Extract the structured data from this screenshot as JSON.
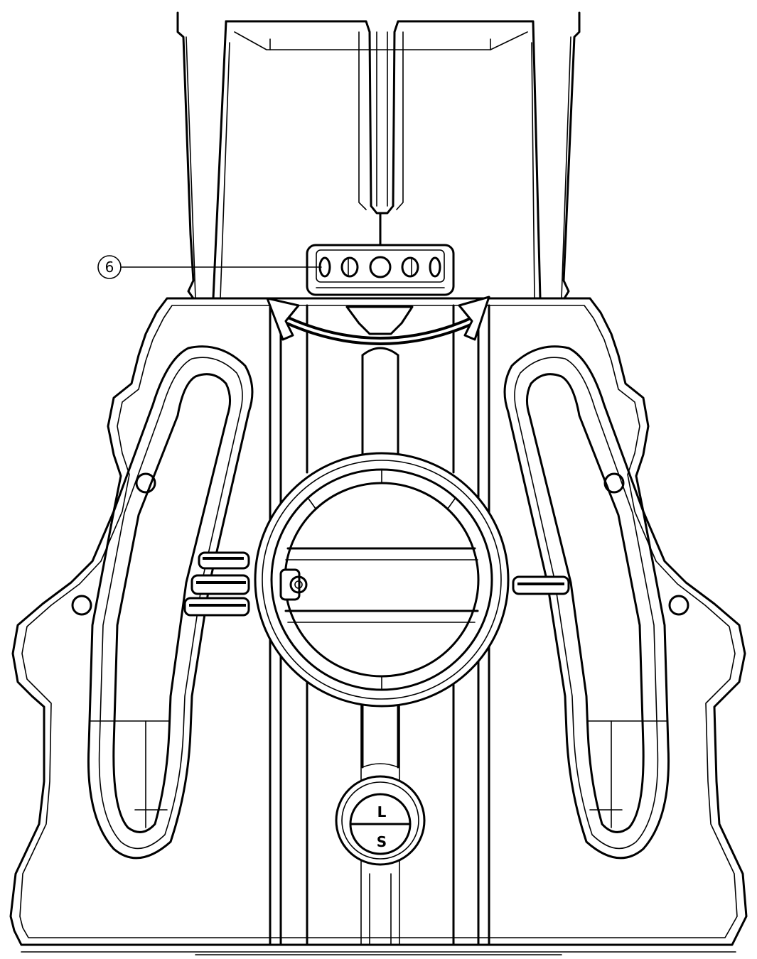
{
  "callouts": [
    {
      "number": "6",
      "target": "index-ring"
    }
  ],
  "knob": {
    "top_label": "L",
    "bottom_label": "S"
  },
  "colors": {
    "line": "#000000",
    "background": "#ffffff"
  }
}
